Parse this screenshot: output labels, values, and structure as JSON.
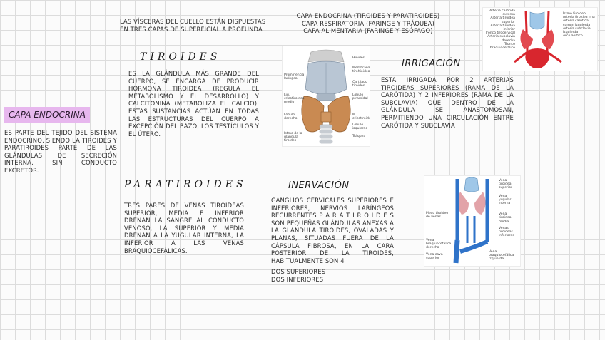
{
  "intro": {
    "line1": "Las vísceras del cuello están dispuestas",
    "line2": "en tres capas de superficial a profunda"
  },
  "layers": {
    "line1": "Capa endocrina (tiroides y paratiroides)",
    "line2": "Capa respiratoria (faringe y tráquea)",
    "line3": "Capa alimentaria (faringe y esófago)"
  },
  "capa": {
    "title": "Capa endocrina",
    "description": "Es parte del tejido del sistema endocrino, siendo la tiroides y paratiroides parte de las glándulas de secreción interna, sin conducto excretor."
  },
  "tiroides": {
    "title": "Tiroides",
    "text": "Es la glándula más grande del cuerpo, se encarga de producir hormona tiroidea (regula el metabolismo y el desarrollo) y calcitonina (metaboliza el calcio). Estas sustancias actúan en todas las estructuras del cuerpo a excepción del bazo, los testículos y el útero."
  },
  "paratiroides": {
    "title": "Paratiroides",
    "text": "Tres pares de venas tiroideas superior, media e inferior drenan la sangre al conducto venoso, la superior y media drenan a la yugular interna, la inferior a las venas braquiocefálicas."
  },
  "irrigacion": {
    "title": "Irrigación",
    "text": "Esta irrigada por 2 arterias tiroideas superiores (rama de la carótida) y 2 inferiores (rama de la subclavia) que dentro de la glándula se anastomosan, permitiendo una circulación entre carótida y subclavia"
  },
  "inervacion": {
    "title": "Inervación",
    "text": "Ganglios cervicales superiores e inferiores, nervios laríngeos recurrentes P A R A T I R O I D E S son pequeñas glándulas anexas a la glándula tiroides, ovaladas y planas, situadas fuera de la cápsula fibrosa, en la cara posterior de la tiroides, habitualmente son 4",
    "line_sup": "dos superiores",
    "line_inf": "dos inferiores"
  },
  "figure_thyroid": {
    "labels_left": [
      "Prominencia laríngea",
      "Lig. cricotiroideo medio",
      "Lóbulo derecho",
      "Istmo de la glándula tiroides"
    ],
    "labels_right": [
      "Hioides",
      "Membrana tirohioidea",
      "Cartílago tiroides",
      "Lóbulo piramidal",
      "M. cricotiroideo",
      "Lóbulo izquierdo",
      "Tráquea"
    ]
  },
  "figure_arteries": {
    "labels_left": [
      "Arteria carótida externa",
      "Arteria tiroidea superior",
      "Arteria tiroidea inferior",
      "Tronco tirocervical",
      "Arteria subclavia derecha",
      "Tronco braquiocefálico"
    ],
    "labels_right": [
      "Istmo tiroideo",
      "Arteria tiroidea ima",
      "Arteria carótida común izquierda",
      "Arteria subclavia izquierda",
      "Arco aórtico"
    ]
  },
  "figure_veins": {
    "labels_left": [
      "Plexo tiroideo de venas",
      "Vena braquiocefálica derecha",
      "Vena cava superior"
    ],
    "labels_right": [
      "Vena tiroidea superior",
      "Vena yugular interna",
      "Vena tiroidea media",
      "Venas tiroideas inferiores",
      "Vena braquiocefálica izquierda"
    ]
  },
  "colors": {
    "highlight": "#e7b7ee",
    "artery": "#d8262e",
    "vein": "#2f73c9",
    "thyroid": "#c98a52"
  }
}
